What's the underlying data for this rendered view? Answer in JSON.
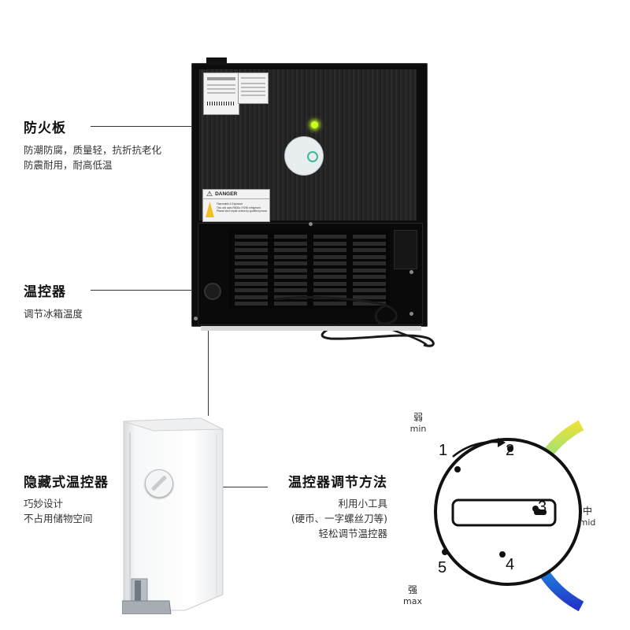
{
  "features": {
    "fireboard": {
      "title": "防火板",
      "lines": [
        "防潮防腐，质量轻，抗折抗老化",
        "防震耐用，耐高低温"
      ]
    },
    "thermostat": {
      "title": "温控器",
      "lines": [
        "调节冰箱温度"
      ]
    },
    "hidden": {
      "title": "隐藏式温控器",
      "lines": [
        "巧妙设计",
        "不占用储物空间"
      ]
    },
    "method": {
      "title": "温控器调节方法",
      "lines": [
        "利用小工具",
        "(硬币、一字螺丝刀等)",
        "轻松调节温控器"
      ]
    }
  },
  "warning_label": {
    "heading": "DANGER",
    "line1": "Flammable & Explosive",
    "line2": "This unit uses R600a / R290 refrigerant. Please don't repair unless by qualified person."
  },
  "dial": {
    "numbers": [
      "1",
      "2",
      "3",
      "4",
      "5"
    ],
    "scale": {
      "min": {
        "cn": "弱",
        "en": "min"
      },
      "mid": {
        "cn": "中",
        "en": "mid"
      },
      "max": {
        "cn": "强",
        "en": "max"
      }
    },
    "colors": {
      "min": "#e8e23a",
      "mid1": "#3ee3c7",
      "mid2": "#1ec8ee",
      "max": "#2235c8"
    }
  },
  "indicator_color": "#c8ff20"
}
